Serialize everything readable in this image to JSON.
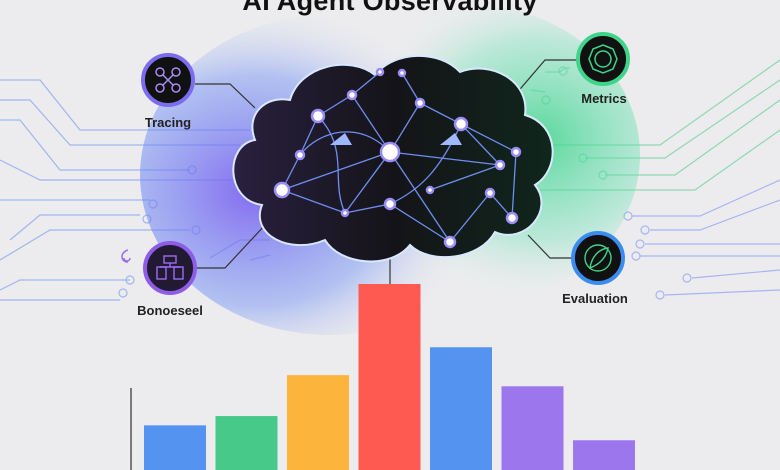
{
  "title": "AI Agent Observability",
  "modules": [
    {
      "label": "Tracing",
      "icon": "network-nodes-icon",
      "ring_color": "#7b6cf0"
    },
    {
      "label": "Metrics",
      "icon": "polygon-target-icon",
      "ring_color": "#3fd48a"
    },
    {
      "label": "Bonoeseel",
      "icon": "flowchart-icon",
      "ring_color": "#8e5ce6"
    },
    {
      "label": "Evaluation",
      "icon": "leaf-icon",
      "ring_color": "#3b8cf0"
    }
  ],
  "bars": [
    {
      "relative_height_pct": 24,
      "color": "#5593f0"
    },
    {
      "relative_height_pct": 29,
      "color": "#46c989"
    },
    {
      "relative_height_pct": 51,
      "color": "#fdb43c"
    },
    {
      "relative_height_pct": 100,
      "color": "#ff5a52"
    },
    {
      "relative_height_pct": 66,
      "color": "#5593f0"
    },
    {
      "relative_height_pct": 45,
      "color": "#9b76ec"
    },
    {
      "relative_height_pct": 16,
      "color": "#9b76ec"
    }
  ],
  "colors": {
    "background": "#ececee",
    "cloud": "#1a1a24",
    "glow_left": "#6a7cf5",
    "glow_right": "#3fd48a"
  }
}
